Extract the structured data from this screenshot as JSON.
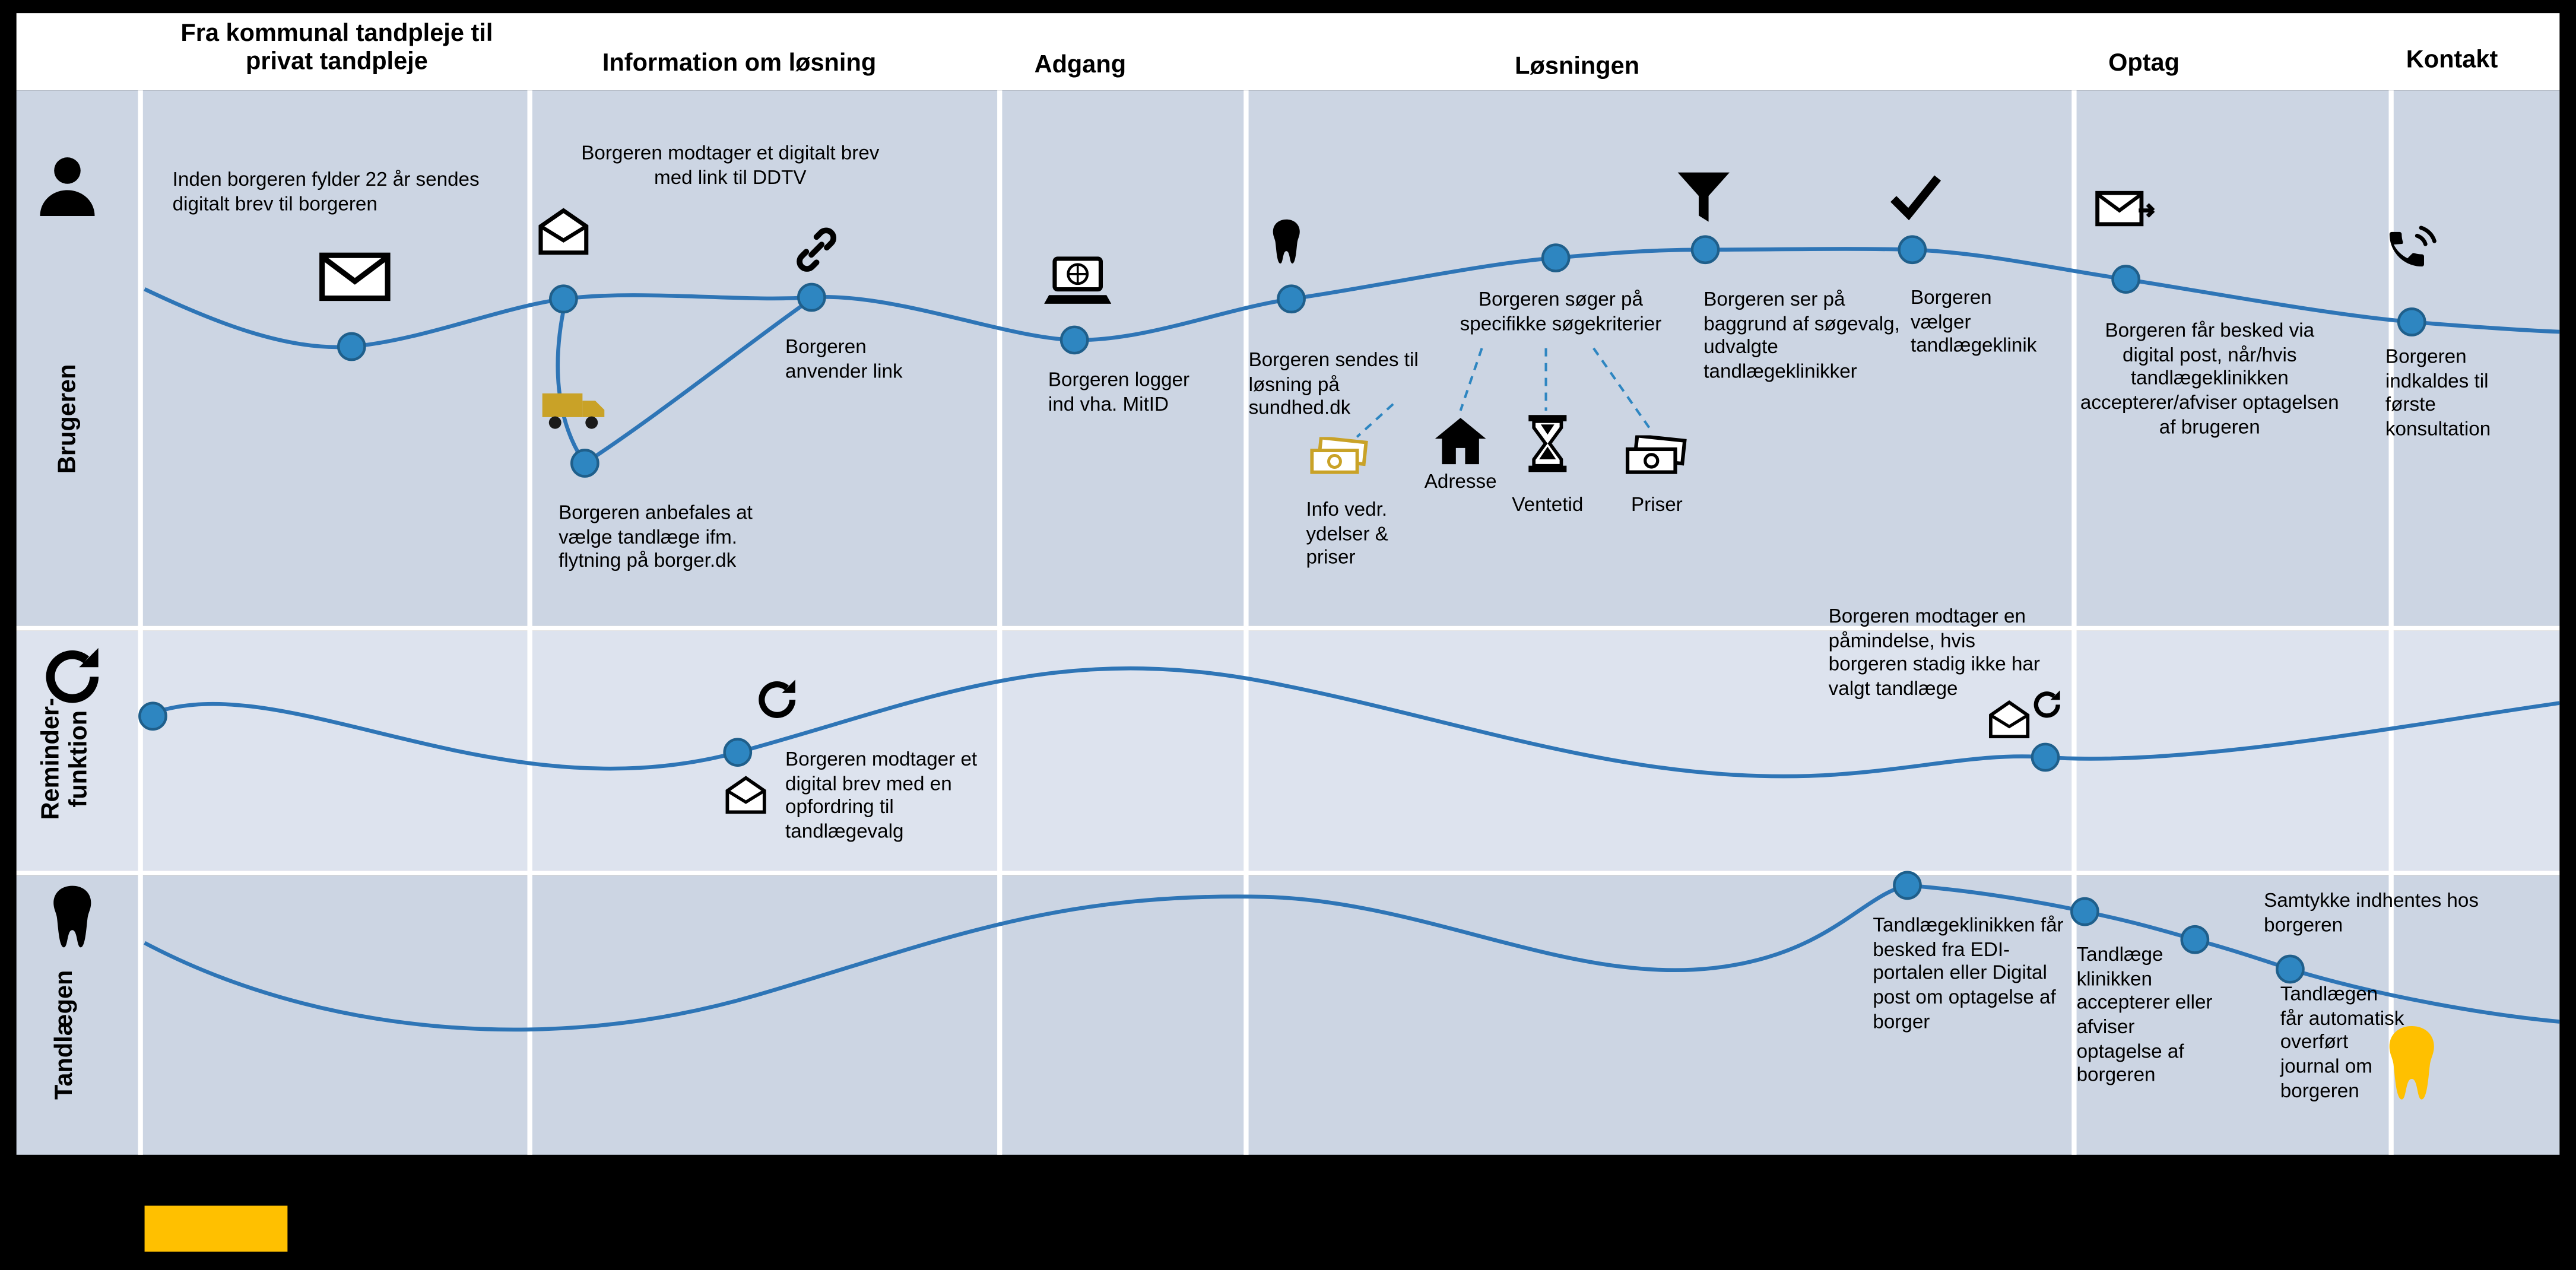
{
  "phases": [
    "Fra kommunal tandpleje til privat tandpleje",
    "Information om løsning",
    "Adgang",
    "Løsningen",
    "Optag",
    "Kontakt"
  ],
  "lanes": {
    "brugeren": "Brugeren",
    "reminder": "Reminder-funktion",
    "tandlaegen": "Tandlægen"
  },
  "brugeren_notes": {
    "inden22": "Inden borgeren fylder 22 år sendes digitalt brev til borgeren",
    "brev_link": "Borgeren modtager et digitalt brev med link til DDTV",
    "anvender_link": "Borgeren anvender link",
    "flytning": "Borgeren anbefales at vælge tandlæge ifm. flytning på borger.dk",
    "mitid": "Borgeren logger ind vha. MitID",
    "sundhed": "Borgeren sendes til løsning på sundhed.dk",
    "info_priser": "Info vedr. ydelser & priser",
    "soeger": "Borgeren søger på specifikke søgekriterier",
    "adresse": "Adresse",
    "ventetid": "Ventetid",
    "priser": "Priser",
    "ser_udvalgte": "Borgeren ser på baggrund af søgevalg, udvalgte tandlægeklinikker",
    "vaelger": "Borgeren vælger tandlægeklinik",
    "besked": "Borgeren får besked via digital post, når/hvis tandlægeklinikken accepterer/afviser optagelsen af brugeren",
    "indkaldes": "Borgeren indkaldes til første konsultation"
  },
  "reminder_notes": {
    "opfordring": "Borgeren modtager et digital brev med en opfordring til tandlægevalg",
    "paamindelse": "Borgeren modtager en påmindelse, hvis borgeren stadig ikke har valgt tandlæge"
  },
  "tandlaege_notes": {
    "edi": "Tandlægeklinikken får besked fra EDI-portalen eller Digital post om optagelse af borger",
    "accept": "Tandlæge klinikken accepterer eller afviser optagelse af borgeren",
    "samtykke": "Samtykke indhentes hos borgeren",
    "journal": "Tandlægen får automatisk overført journal om borgeren"
  },
  "colors": {
    "lane_bg": "#ccd5e3",
    "lane_bg_alt": "#dde3ee",
    "curve_blue": "#2e75b6",
    "dot_blue": "#2e86c1",
    "gold": "#c9a227",
    "accent_yellow": "#ffc000",
    "background": "#000000"
  }
}
